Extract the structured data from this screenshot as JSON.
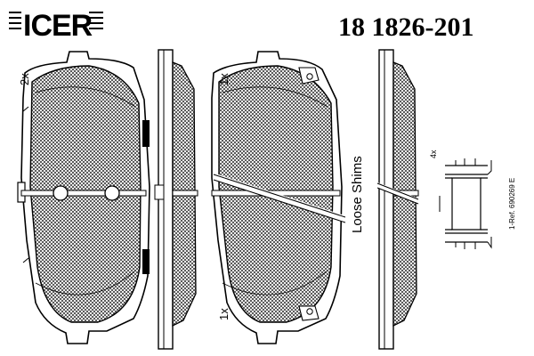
{
  "brand": {
    "name": "ICER"
  },
  "part_number": "18 1826-201",
  "labels": {
    "qty_left": "2x",
    "qty_right_top": "1x",
    "qty_right_bottom": "1x",
    "loose_shims": "Loose Shims",
    "clip_qty": "4x",
    "reference": "1-Ref. 690269 E"
  },
  "colors": {
    "ink": "#000000",
    "paper": "#ffffff"
  }
}
